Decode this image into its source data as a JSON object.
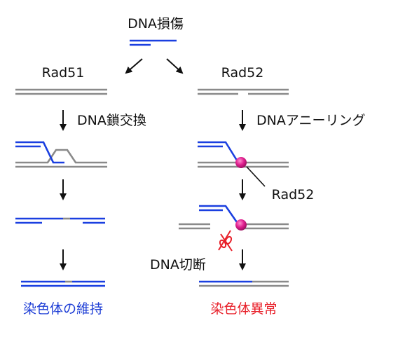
{
  "top_label": "DNA損傷",
  "left_branch": {
    "protein": "Rad51",
    "step": "DNA鎖交換",
    "outcome": "染色体の維持"
  },
  "right_branch": {
    "protein": "Rad52",
    "step": "DNAアニーリング",
    "callout": "Rad52",
    "cut_label": "DNA切断",
    "outcome": "染色体異常"
  },
  "colors": {
    "damaged_strand": "#1a3fe0",
    "template_strand": "#8a8a8a",
    "protein_ball": "#e0208f",
    "scissors": "#e8202a",
    "maintained_text": "#1f3fd6",
    "aberration_text": "#e8202a"
  }
}
